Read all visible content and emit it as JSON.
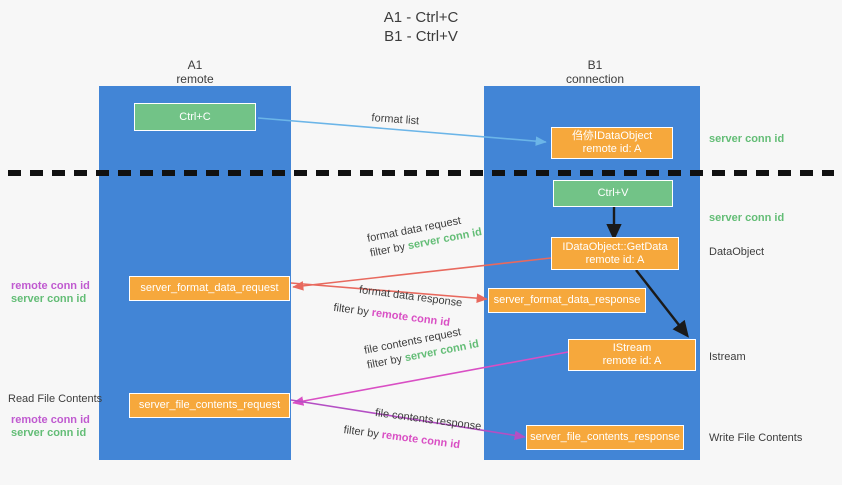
{
  "title": {
    "line1": "A1 - Ctrl+C",
    "line2": "B1 - Ctrl+V"
  },
  "columns": [
    {
      "name": "A1",
      "sub": "remote"
    },
    {
      "name": "B1",
      "sub": "connection"
    }
  ],
  "nodes": {
    "ctrl_c": {
      "line1": "Ctrl+C"
    },
    "ole_data_object": {
      "line1": "㑇㑊ⅠDataObject",
      "line2": "remote id: A"
    },
    "ctrl_v": {
      "line1": "Ctrl+V"
    },
    "idataobject_getdata": {
      "line1": "IDataObject::GetData",
      "line2": "remote id: A"
    },
    "server_format_data_request": {
      "line1": "server_format_data_request"
    },
    "server_format_data_response": {
      "line1": "server_format_data_response"
    },
    "istream": {
      "line1": "IStream",
      "line2": "remote id: A"
    },
    "server_file_contents_request": {
      "line1": "server_file_contents_request"
    },
    "server_file_contents_response": {
      "line1": "server_file_contents_response"
    }
  },
  "edge_labels": {
    "format_list": "format list",
    "format_data_request": {
      "line1": "format data request",
      "prefix": "filter by ",
      "highlight": "server conn id"
    },
    "format_data_response": {
      "line1": "format data response",
      "prefix": "filter by ",
      "highlight": "remote conn id"
    },
    "file_contents_request": {
      "line1": "file contents request",
      "prefix": "filter by ",
      "highlight": "server conn id"
    },
    "file_contents_response": {
      "line1": "file contents response",
      "prefix": "filter by ",
      "highlight": "remote conn id"
    }
  },
  "annotations": {
    "right_server_conn_id_top": "server conn id",
    "right_server_conn_id_mid": "server conn id",
    "right_dataobject": "DataObject",
    "right_istream": "Istream",
    "right_write_file_contents": "Write File Contents",
    "left_remote_conn_id_1": "remote conn id",
    "left_server_conn_id_1": "server conn id",
    "left_read_file_contents": "Read File Contents",
    "left_remote_conn_id_2": "remote conn id",
    "left_server_conn_id_2": "server conn id"
  },
  "colors": {
    "lane": "#4285d6",
    "green_node": "#72c387",
    "orange_node": "#f6a83c",
    "arrow_blue": "#6bb5e8",
    "arrow_red": "#e8695e",
    "arrow_magenta": "#d94fc4",
    "arrow_purple": "#b44fc4",
    "arrow_black": "#1a1a1a",
    "divider": "#111111",
    "green_text": "#63bd76",
    "purple_text": "#c05ad0"
  }
}
